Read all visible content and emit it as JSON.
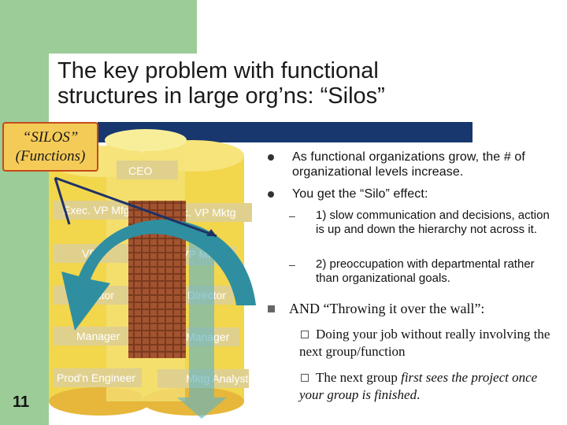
{
  "title": {
    "line1": "The key problem with functional",
    "line2": "structures in large org’ns: “Silos”"
  },
  "silos_label": {
    "line1": "“SILOS”",
    "line2": "(Functions)"
  },
  "slide_number": "11",
  "colors": {
    "green_accent": "#9ccc98",
    "navy_bar": "#17376e",
    "silo_yellow": "#f2d64c",
    "silo_gold": "#e6b73a",
    "org_box": "#e0d08e",
    "arrow_blue": "#2f8fa0",
    "wall_brown": "#7a3a1e"
  },
  "org_chart": {
    "ceo": "CEO",
    "left": [
      "Exec. VP Mfg.",
      "VP",
      "Director",
      "Manager",
      "Prod'n Engineer"
    ],
    "right": [
      "Exec. VP Mktg",
      "VP Mktg",
      "Director",
      "Manager",
      "Mktg Analyst"
    ]
  },
  "bullets": {
    "b1": "As functional organizations grow, the # of organizational levels increase.",
    "b2": "You get the “Silo” effect:",
    "sub1": "1) slow communication and decisions, action is up and down the hierarchy not across it.",
    "sub2": "2) preoccupation with departmental rather than organizational goals.",
    "b3": "AND “Throwing it over the wall”:",
    "sub3": "Doing your job without really involving the next group/function",
    "sub4_pre": "The next group ",
    "sub4_italic": "first sees the project once your group is finished",
    "sub4_end": "."
  }
}
